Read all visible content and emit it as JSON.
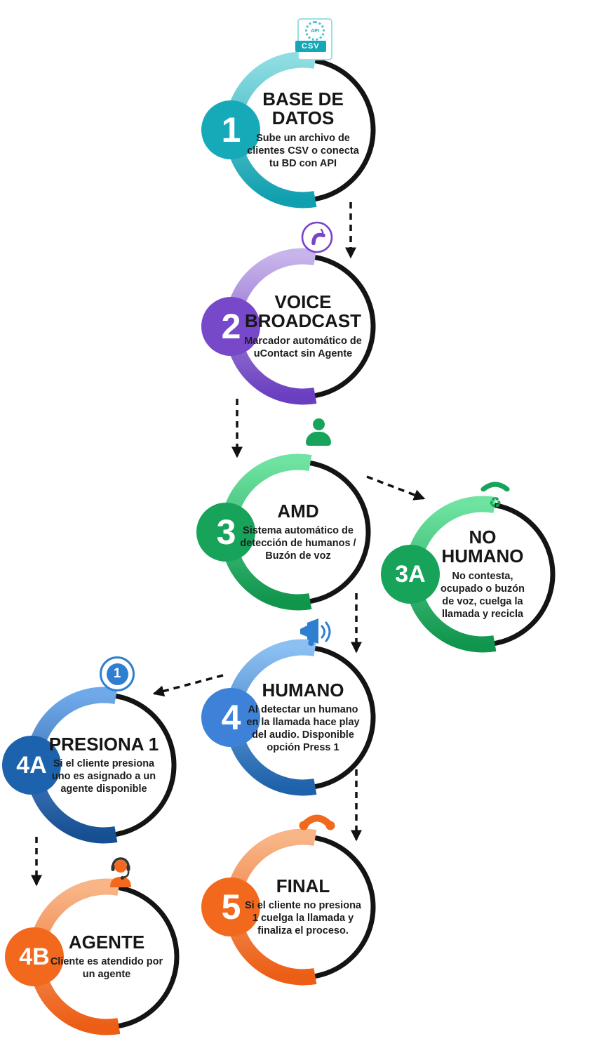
{
  "flow": {
    "colors": {
      "teal": "#14a7b5",
      "purple": "#7646c8",
      "green": "#17a45a",
      "blue": "#3d82d8",
      "dark_blue": "#1d62ad",
      "orange": "#f2691e",
      "ink": "#141414"
    },
    "nodes": [
      {
        "id": "1",
        "badge": "1",
        "title": "BASE DE DATOS",
        "desc": "Sube un archivo de clientes CSV o conecta tu BD con API",
        "icon": "csv-file-icon",
        "color": "#14a7b5"
      },
      {
        "id": "2",
        "badge": "2",
        "title": "VOICE BROADCAST",
        "desc": "Marcador automático de uContact sin Agente",
        "icon": "phone-waves-icon",
        "color": "#7646c8"
      },
      {
        "id": "3",
        "badge": "3",
        "title": "AMD",
        "desc": "Sistema automático de detección de humanos / Buzón de voz",
        "icon": "person-icon",
        "color": "#17a45a"
      },
      {
        "id": "3A",
        "badge": "3A",
        "title": "NO HUMANO",
        "desc": "No contesta, ocupado o buzón de voz, cuelga la llamada y recicla",
        "icon": "recycle-phone-icon",
        "color": "#17a45a"
      },
      {
        "id": "4",
        "badge": "4",
        "title": "HUMANO",
        "desc": "Al detectar un humano en la llamada hace play del audio. Disponible opción Press 1",
        "icon": "megaphone-icon",
        "color": "#3d82d8"
      },
      {
        "id": "4A",
        "badge": "4A",
        "title": "PRESIONA 1",
        "desc": "Si el cliente presiona uno es asignado a un agente disponible",
        "icon": "press-one-icon",
        "color": "#1d62ad"
      },
      {
        "id": "4B",
        "badge": "4B",
        "title": "AGENTE",
        "desc": "Cliente es atendido por un agente",
        "icon": "agent-headset-icon",
        "color": "#f2691e"
      },
      {
        "id": "5",
        "badge": "5",
        "title": "FINAL",
        "desc": "Si el cliente no presiona 1 cuelga la llamada y finaliza el proceso.",
        "icon": "phone-handset-icon",
        "color": "#f2691e"
      }
    ],
    "edges": [
      {
        "from": "1",
        "to": "2"
      },
      {
        "from": "2",
        "to": "3"
      },
      {
        "from": "3",
        "to": "3A"
      },
      {
        "from": "3",
        "to": "4"
      },
      {
        "from": "4",
        "to": "4A"
      },
      {
        "from": "4A",
        "to": "4B"
      },
      {
        "from": "4",
        "to": "5"
      }
    ],
    "glyphs": {
      "csv": "CSV",
      "api": "API",
      "one": "1",
      "recycle": "♻"
    }
  }
}
